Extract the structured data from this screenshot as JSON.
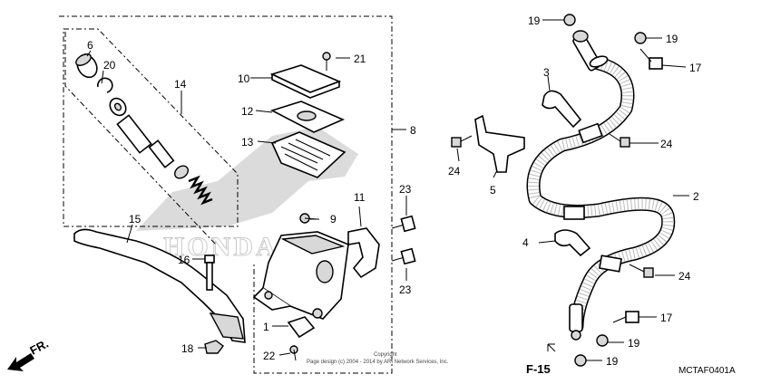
{
  "diagram": {
    "callouts": {
      "c1": "1",
      "c2": "2",
      "c3": "3",
      "c4": "4",
      "c5": "5",
      "c6": "6",
      "c8": "8",
      "c9": "9",
      "c10": "10",
      "c11": "11",
      "c12": "12",
      "c13": "13",
      "c14": "14",
      "c15": "15",
      "c16": "16",
      "c17a": "17",
      "c17b": "17",
      "c18": "18",
      "c19a": "19",
      "c19b": "19",
      "c19c": "19",
      "c19d": "19",
      "c20": "20",
      "c21": "21",
      "c22": "22",
      "c23a": "23",
      "c23b": "23",
      "c24a": "24",
      "c24b": "24",
      "c24c": "24"
    },
    "direction_label": "FR.",
    "figure_ref": "F-15",
    "diagram_code": "MCTAF0401A",
    "copyright_line1": "Copyright",
    "copyright_line2": "Page design (c) 2004 - 2014 by ARI Network Services, Inc.",
    "watermark": "HONDA"
  }
}
